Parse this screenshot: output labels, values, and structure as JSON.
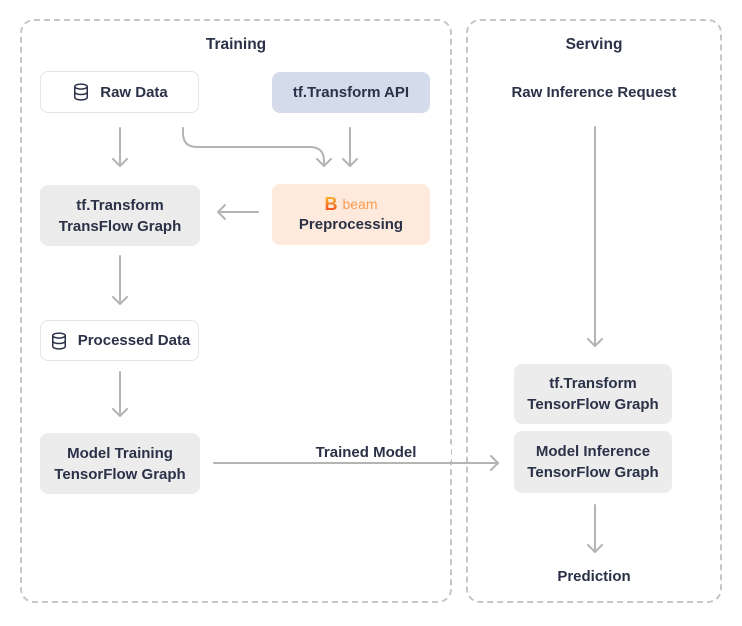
{
  "training_panel": {
    "title": "Training",
    "nodes": {
      "raw_data": {
        "label": "Raw Data"
      },
      "tf_transform_api": {
        "label": "tf.Transform API"
      },
      "preprocessing": {
        "logo_letter": "B",
        "logo_text": "beam",
        "label": "Preprocessing"
      },
      "tf_transform_transflow_graph": {
        "line1": "tf.Transform",
        "line2": "TransFlow Graph"
      },
      "processed_data": {
        "label": "Processed Data"
      },
      "model_training_graph": {
        "line1": "Model Training",
        "line2": "TensorFlow Graph"
      }
    }
  },
  "serving_panel": {
    "title": "Serving",
    "nodes": {
      "raw_inference_request": {
        "label": "Raw Inference Request"
      },
      "tf_transform_tensorflow_graph": {
        "line1": "tf.Transform",
        "line2": "TensorFlow Graph"
      },
      "model_inference_graph": {
        "line1": "Model Inference",
        "line2": "TensorFlow Graph"
      },
      "prediction": {
        "label": "Prediction"
      }
    }
  },
  "edges": {
    "trained_model": {
      "label": "Trained Model"
    }
  },
  "icons": {
    "database": "three-tier-cylinder-database-glyph",
    "beam_logo": "apache-beam-b-mark"
  },
  "colors": {
    "text": "#2b3147",
    "arrow": "#b4b4b4",
    "panel_border": "#c6c6c9",
    "node_gray": "#ececed",
    "node_blue": "#d4dcec",
    "node_peach": "#fdeadc",
    "node_white_border": "#e4e5e9",
    "beam_orange_gradient_top": "#fcbf2e",
    "beam_orange_gradient_bottom": "#f4571c",
    "beam_text_orange": "#f89b51"
  }
}
